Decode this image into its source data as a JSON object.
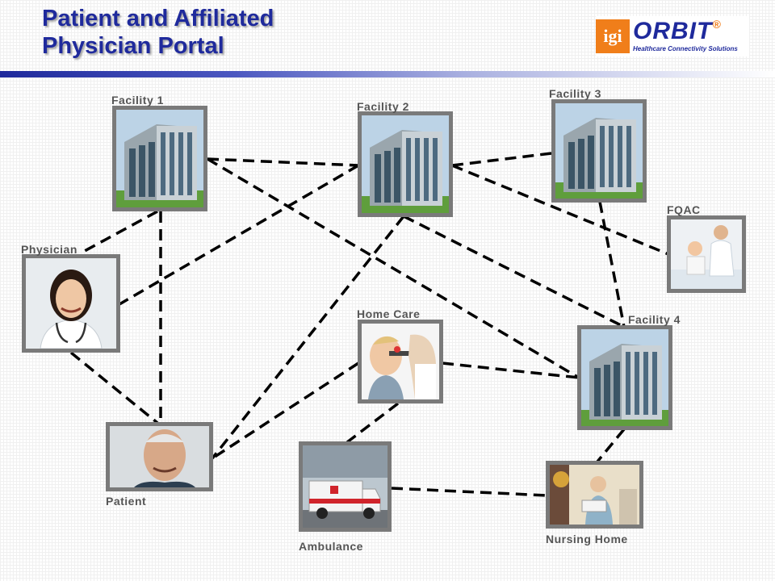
{
  "title": {
    "line1": "Patient and Affiliated",
    "line2": "Physician Portal"
  },
  "logo": {
    "prefix": "igi",
    "brand": "ORBIT",
    "reg": "®",
    "tagline": "Healthcare Connectivity Solutions"
  },
  "nodes": {
    "facility1": "Facility 1",
    "facility2": "Facility 2",
    "facility3": "Facility 3",
    "facility4": "Facility 4",
    "fqac": "FQAC",
    "physician": "Physician",
    "homecare": "Home Care",
    "patient": "Patient",
    "ambulance": "Ambulance",
    "nursing": "Nursing Home"
  },
  "colors": {
    "title": "#1f2a9c",
    "frame": "#7a7a7a",
    "label": "#555555",
    "accent": "#f07e1a"
  }
}
